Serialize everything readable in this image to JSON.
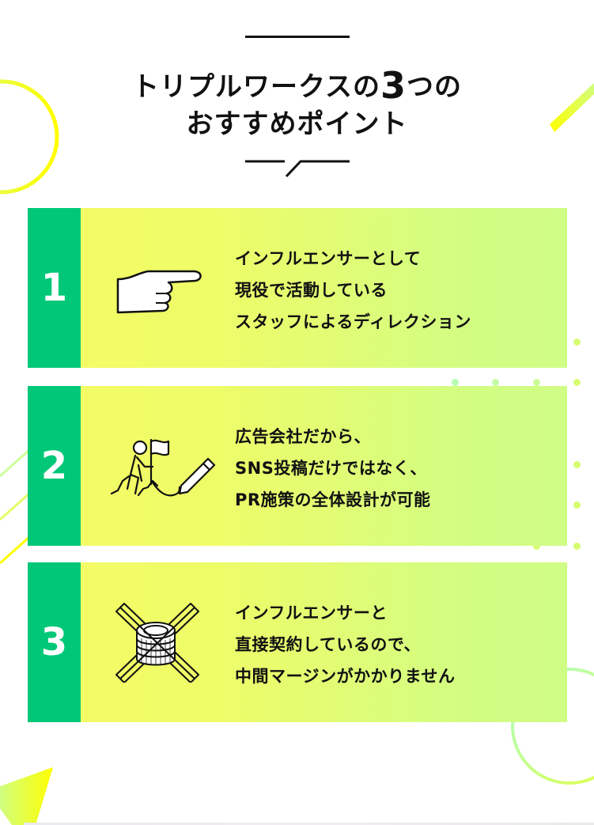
{
  "heading": {
    "line1_prefix": "トリプルワークスの",
    "line1_number": "3",
    "line1_suffix": "つの",
    "line2": "おすすめポイント"
  },
  "points": [
    {
      "number": "1",
      "icon": "pointing-hand-icon",
      "lines": [
        "インフルエンサーとして",
        "現役で活動している",
        "スタッフによるディレクション"
      ]
    },
    {
      "number": "2",
      "icon": "climber-flag-pencil-icon",
      "lines": [
        "広告会社だから、",
        "SNS投稿だけではなく、",
        "PR施策の全体設計が可能"
      ]
    },
    {
      "number": "3",
      "icon": "crossed-out-coins-icon",
      "lines": [
        "インフルエンサーと",
        "直接契約しているので、",
        "中間マージンがかかりません"
      ]
    }
  ],
  "colors": {
    "number_block": "#00c878",
    "card_gradient_start": "#f5fc64",
    "card_gradient_end": "#d0fd86",
    "accent_yellow": "#ffff00",
    "accent_mint": "#aaffcc",
    "text": "#111111"
  }
}
